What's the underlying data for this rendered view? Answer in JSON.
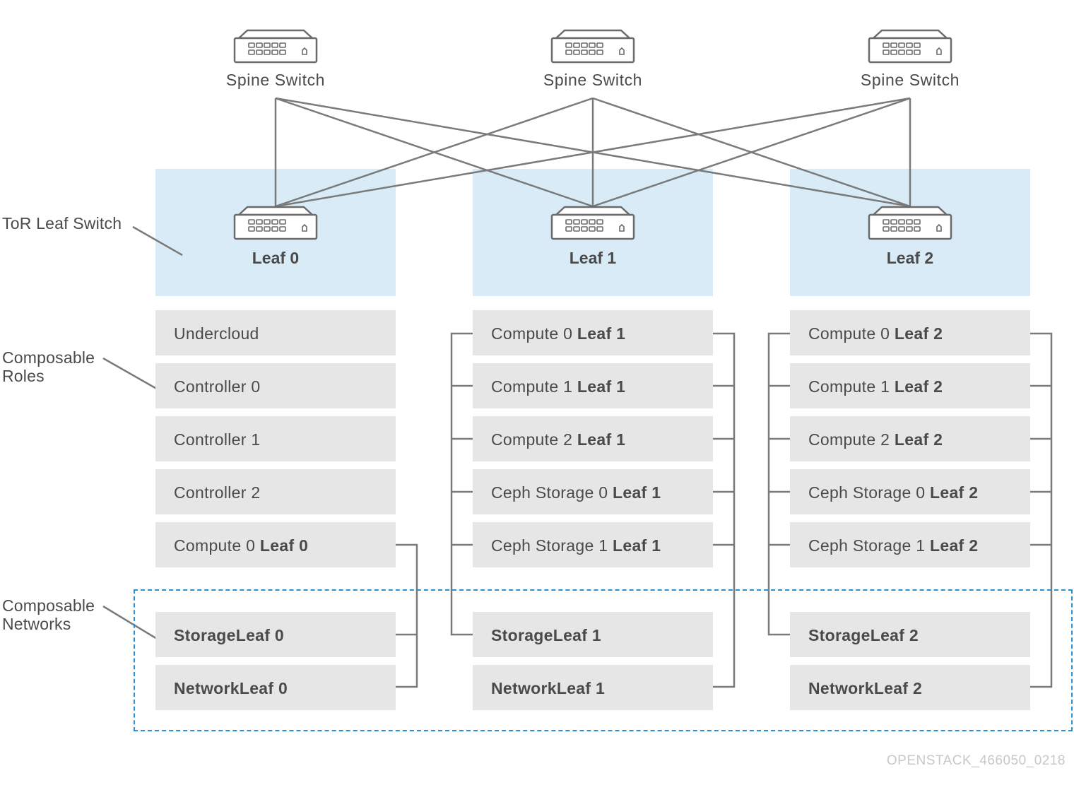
{
  "spines": [
    {
      "label": "Spine Switch"
    },
    {
      "label": "Spine Switch"
    },
    {
      "label": "Spine Switch"
    }
  ],
  "leaves": [
    {
      "label": "Leaf 0"
    },
    {
      "label": "Leaf 1"
    },
    {
      "label": "Leaf 2"
    }
  ],
  "side_labels": {
    "tor": "ToR Leaf Switch",
    "roles": [
      "Composable",
      "Roles"
    ],
    "networks": [
      "Composable",
      "Networks"
    ]
  },
  "columns": [
    {
      "roles": [
        {
          "text": "Undercloud",
          "bold": ""
        },
        {
          "text": "Controller 0",
          "bold": ""
        },
        {
          "text": "Controller 1",
          "bold": ""
        },
        {
          "text": "Controller 2",
          "bold": ""
        },
        {
          "text": "Compute 0 ",
          "bold": "Leaf 0"
        }
      ],
      "networks": [
        "StorageLeaf 0",
        "NetworkLeaf 0"
      ]
    },
    {
      "roles": [
        {
          "text": "Compute 0 ",
          "bold": "Leaf 1"
        },
        {
          "text": "Compute 1 ",
          "bold": "Leaf 1"
        },
        {
          "text": "Compute 2 ",
          "bold": "Leaf 1"
        },
        {
          "text": "Ceph Storage 0 ",
          "bold": "Leaf 1"
        },
        {
          "text": "Ceph Storage 1 ",
          "bold": "Leaf 1"
        }
      ],
      "networks": [
        "StorageLeaf 1",
        "NetworkLeaf 1"
      ]
    },
    {
      "roles": [
        {
          "text": "Compute 0 ",
          "bold": "Leaf 2"
        },
        {
          "text": "Compute 1 ",
          "bold": "Leaf 2"
        },
        {
          "text": "Compute 2 ",
          "bold": "Leaf 2"
        },
        {
          "text": "Ceph Storage 0 ",
          "bold": "Leaf 2"
        },
        {
          "text": "Ceph Storage 1 ",
          "bold": "Leaf 2"
        }
      ],
      "networks": [
        "StorageLeaf 2",
        "NetworkLeaf 2"
      ]
    }
  ],
  "watermark": "OPENSTACK_466050_0218",
  "colors": {
    "leaf_background": "#d9ebf7",
    "box_fill": "#e6e6e6",
    "line": "#7a7a7a",
    "dashed_border": "#2b8fd6",
    "text": "#4a4a4a"
  },
  "icons": {
    "switch": "network-switch-icon"
  }
}
